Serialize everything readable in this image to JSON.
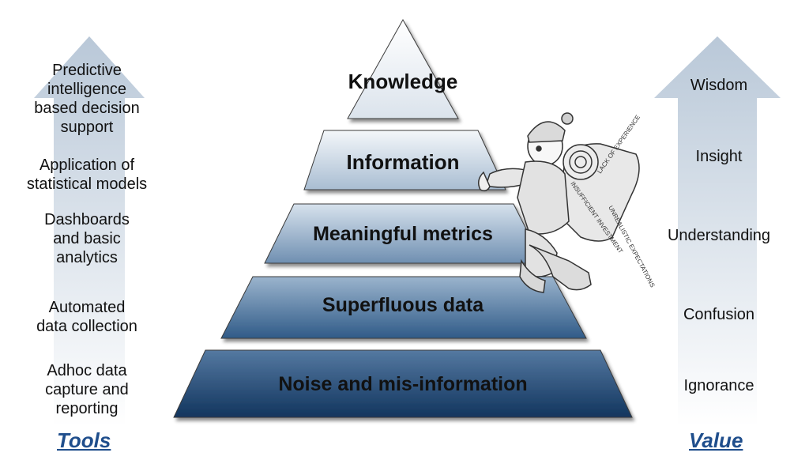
{
  "pyramid": {
    "tiers": [
      {
        "label": "Knowledge"
      },
      {
        "label": "Information"
      },
      {
        "label": "Meaningful metrics"
      },
      {
        "label": "Superfluous data"
      },
      {
        "label": "Noise and mis-information"
      }
    ]
  },
  "tools": {
    "heading": "Tools",
    "items": [
      {
        "text": "Predictive intelligence based decision support",
        "lines": [
          "Predictive",
          "intelligence",
          "based decision",
          "support"
        ]
      },
      {
        "text": "Application of statistical models",
        "lines": [
          "Application of",
          "statistical models"
        ]
      },
      {
        "text": "Dashboards and basic analytics",
        "lines": [
          "Dashboards",
          "and basic",
          "analytics"
        ]
      },
      {
        "text": "Automated data collection",
        "lines": [
          "Automated",
          "data collection"
        ]
      },
      {
        "text": "Adhoc data capture and reporting",
        "lines": [
          "Adhoc data",
          "capture and",
          "reporting"
        ]
      }
    ]
  },
  "value": {
    "heading": "Value",
    "items": [
      "Wisdom",
      "Insight",
      "Understanding",
      "Confusion",
      "Ignorance"
    ]
  },
  "climber_backpack_labels": [
    "LACK OF EXPERIENCE",
    "INSUFFICIENT INVESTMENT",
    "UNREALISTIC EXPECTATIONS"
  ],
  "colors": {
    "tier_top": "#f2f5f9",
    "tier_bottom": "#153b68",
    "arrow": "#c5d2df",
    "footer_text": "#1f4e8c"
  }
}
